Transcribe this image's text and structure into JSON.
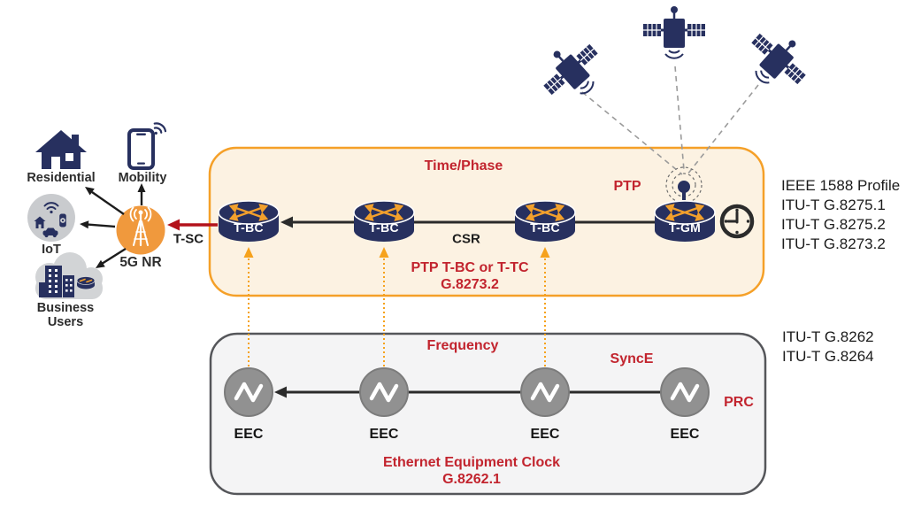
{
  "services": {
    "residential": "Residential",
    "mobility": "Mobility",
    "iot": "IoT",
    "business_1": "Business",
    "business_2": "Users",
    "antenna": "5G NR"
  },
  "time_phase": {
    "title": "Time/Phase",
    "ptp": "PTP",
    "csr": "CSR",
    "tsc": "T-SC",
    "note1": "PTP T-BC or T-TC",
    "note2": "G.8273.2",
    "routers": [
      {
        "label": "T-BC"
      },
      {
        "label": "T-BC"
      },
      {
        "label": "T-BC"
      },
      {
        "label": "T-GM"
      }
    ]
  },
  "frequency": {
    "title": "Frequency",
    "synce": "SyncE",
    "prc": "PRC",
    "note1": "Ethernet Equipment Clock",
    "note2": "G.8262.1",
    "clocks": [
      {
        "label": "EEC"
      },
      {
        "label": "EEC"
      },
      {
        "label": "EEC"
      },
      {
        "label": "EEC"
      }
    ]
  },
  "standards_top": {
    "lines": [
      "IEEE 1588 Profile",
      "ITU-T G.8275.1",
      "ITU-T G.8275.2",
      "ITU-T G.8273.2"
    ]
  },
  "standards_bottom": {
    "lines": [
      "ITU-T G.8262",
      "ITU-T G.8264"
    ]
  },
  "icons": [
    "satellite-icon",
    "gnss-antenna-icon",
    "clock-icon",
    "router-icon",
    "eec-clock-icon",
    "house-icon",
    "smartphone-icon",
    "iot-devices-icon",
    "business-cloud-icon",
    "cell-tower-icon"
  ],
  "colors": {
    "navy": "#27305F",
    "accent_orange": "#F5A028",
    "red_text": "#C2242E",
    "red_arrow": "#B3121B",
    "time_phase_fill": "#FCF2E2",
    "frequency_fill": "#F4F4F5",
    "eec_gray": "#919191"
  }
}
